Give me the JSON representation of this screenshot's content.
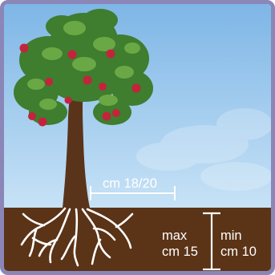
{
  "colors": {
    "frame": "#8a86b8",
    "sky_top": "#7eb6e6",
    "sky_bottom": "#c7e2f6",
    "soil": "#5b3317",
    "roots": "#ffffff",
    "trunk": "#5a341a",
    "leaves": "#3f7d2f",
    "leaves_light": "#6aa845",
    "fruit": "#c3243c",
    "measure": "#ffffff"
  },
  "labels": {
    "horizontal_distance": "cm 18/20",
    "max_word": "max",
    "max_value": "cm 15",
    "min_word": "min",
    "min_value": "cm 10"
  }
}
